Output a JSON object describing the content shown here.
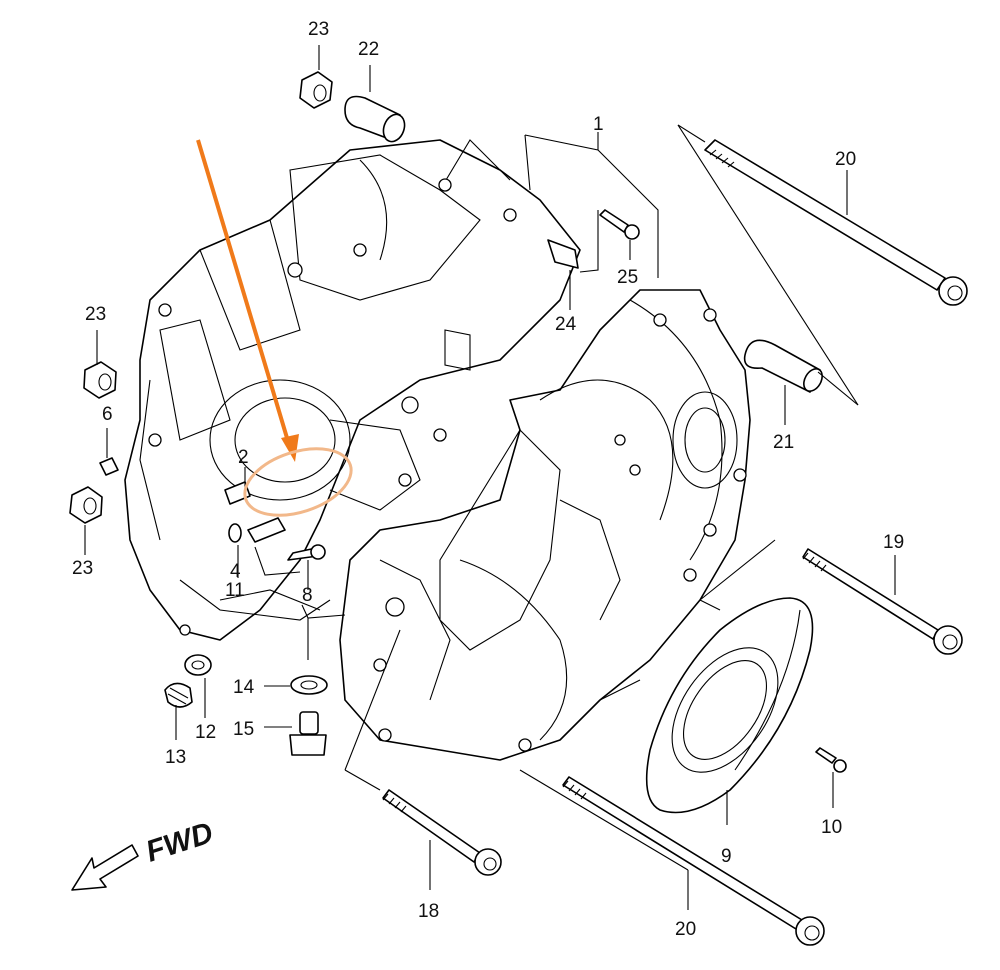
{
  "diagram": {
    "direction_label": "FWD",
    "callouts": {
      "c1": "1",
      "c2": "2",
      "c4": "4",
      "c6": "6",
      "c8": "8",
      "c9": "9",
      "c10": "10",
      "c11": "11",
      "c12": "12",
      "c13": "13",
      "c14": "14",
      "c15": "15",
      "c18": "18",
      "c19": "19",
      "c20a": "20",
      "c20b": "20",
      "c21": "21",
      "c22": "22",
      "c23a": "23",
      "c23b": "23",
      "c23c": "23",
      "c24": "24",
      "c25": "25"
    },
    "colors": {
      "highlight_arrow": "#f07a1a",
      "highlight_ellipse": "#f2b88a",
      "line": "#000000"
    }
  }
}
